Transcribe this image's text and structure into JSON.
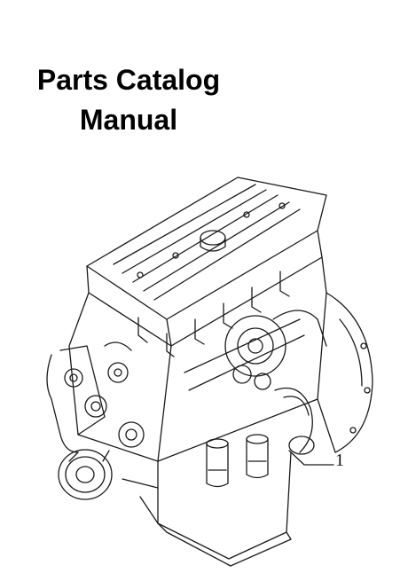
{
  "cover": {
    "title_line1": "Parts Catalog",
    "title_line2": "Manual",
    "callout_number": "1"
  },
  "illustration": {
    "subject": "engine-assembly-line-drawing",
    "stroke_color": "#1a1a1a",
    "background": "#ffffff"
  }
}
